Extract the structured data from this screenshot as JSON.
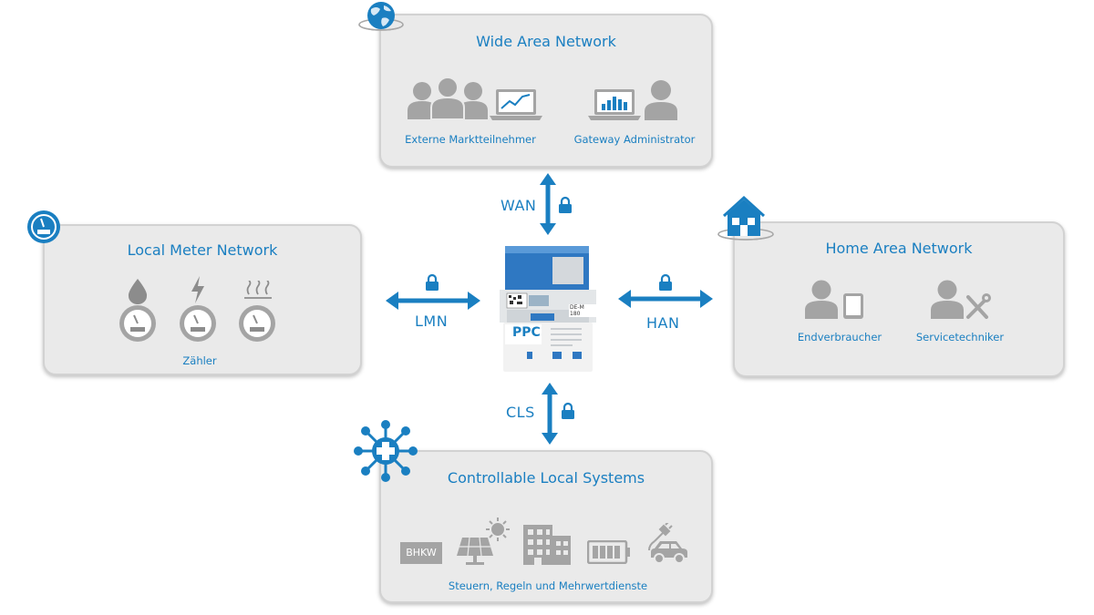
{
  "colors": {
    "accent": "#1a7fc1",
    "panel_bg": "#eaeaea",
    "icon_gray": "#a4a4a4"
  },
  "wan_panel": {
    "title": "Wide Area Network",
    "label_left": "Externe Marktteilnehmer",
    "label_right": "Gateway Administrator"
  },
  "lmn_panel": {
    "title": "Local Meter Network",
    "label": "Zähler"
  },
  "han_panel": {
    "title": "Home Area Network",
    "label_left": "Endverbraucher",
    "label_right": "Servicetechniker"
  },
  "cls_panel": {
    "title": "Controllable Local Systems",
    "label": "Steuern, Regeln und Mehrwertdienste",
    "bhkw": "BHKW"
  },
  "connections": {
    "wan": "WAN",
    "lmn": "LMN",
    "han": "HAN",
    "cls": "CLS"
  },
  "device": {
    "brand": "PPC",
    "cert": "DE-M 180"
  },
  "icons": {
    "wan": [
      "globe-icon",
      "people-group-icon",
      "laptop-chart-icon",
      "laptop-bars-icon",
      "person-icon"
    ],
    "lmn": [
      "meter-badge-icon",
      "water-drop-icon",
      "lightning-icon",
      "heat-icon",
      "meter-icon"
    ],
    "han": [
      "house-icon",
      "person-icon",
      "tablet-icon",
      "tools-icon"
    ],
    "cls": [
      "network-node-icon",
      "solar-panel-icon",
      "building-icon",
      "battery-icon",
      "electric-car-icon"
    ],
    "connections": [
      "double-arrow-icon",
      "lock-icon"
    ]
  }
}
